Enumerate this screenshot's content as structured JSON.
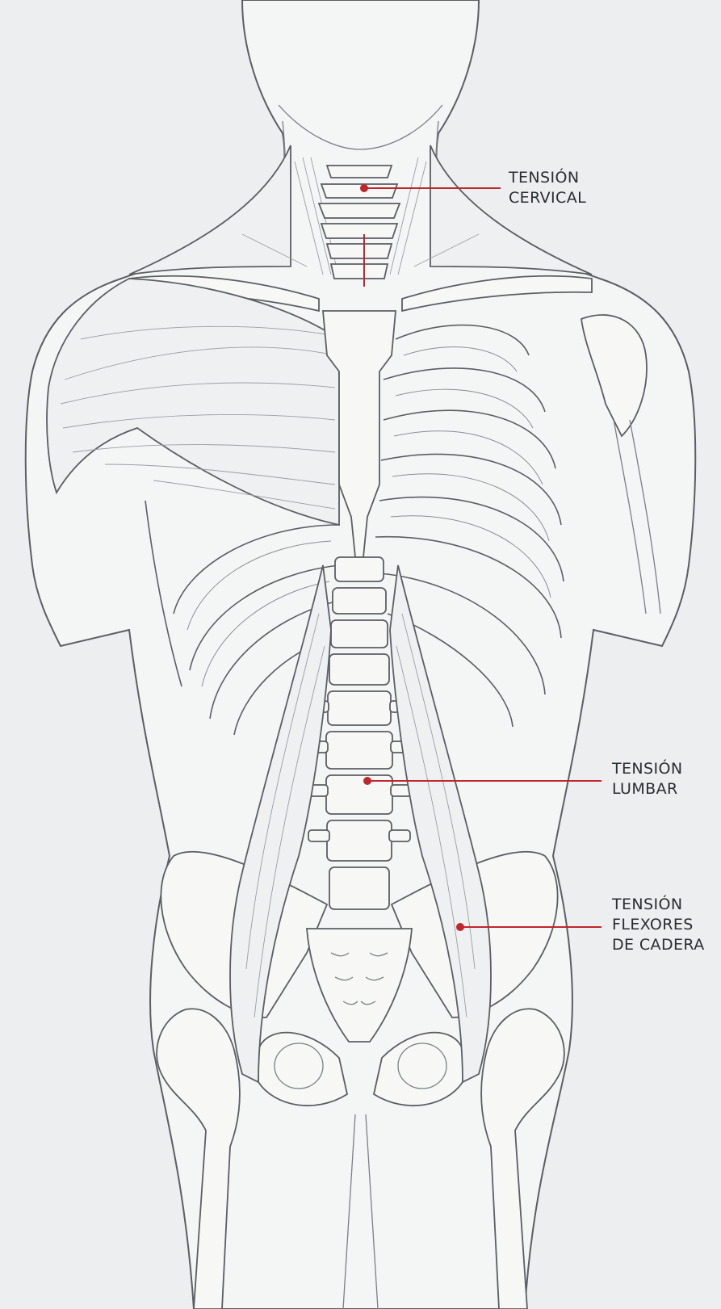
{
  "callouts": [
    {
      "id": "cervical",
      "text": "TENSIÓN\nCERVICAL"
    },
    {
      "id": "lumbar",
      "text": "TENSIÓN\nLUMBAR"
    },
    {
      "id": "hip",
      "text": "TENSIÓN\nFLEXORES\nDE CADERA"
    }
  ],
  "colors": {
    "background": "#eceeef",
    "accent": "#c0272d",
    "line": "#5b5e63",
    "text": "#2a2d31"
  }
}
